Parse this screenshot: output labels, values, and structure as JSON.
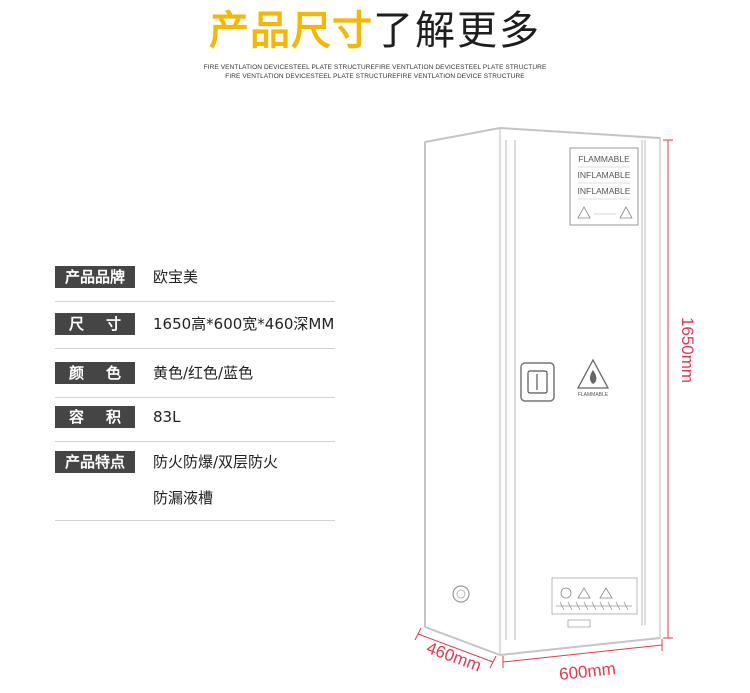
{
  "header": {
    "title_bold": "产品尺寸",
    "title_light": "了解更多",
    "subtitle_line1": "FIRE VENTLATION DEVICESTEEL PLATE STRUCTUREFIRE VENTLATION DEVICESTEEL PLATE STRUCTURE",
    "subtitle_line2": "FIRE VENTLATION DEVICESTEEL PLATE STRUCTUREFIRE VENTLATION DEVICE STRUCTURE"
  },
  "specs": [
    {
      "label": "产品品牌",
      "value": "欧宝美"
    },
    {
      "label": "尺　寸",
      "value": "1650高*600宽*460深MM"
    },
    {
      "label": "颜　色",
      "value": "黄色/红色/蓝色"
    },
    {
      "label": "容　积",
      "value": "83L"
    },
    {
      "label": "产品特点",
      "value": "防火防爆/双层防火"
    }
  ],
  "specs_extra": "防漏液槽",
  "cabinet": {
    "height_label": "1650mm",
    "width_label": "600mm",
    "depth_label": "460mm",
    "sign_lines": [
      "FLAMMABLE",
      "INFLAMABLE",
      "INFLAMABLE"
    ],
    "door_badge": "FLAMMABLE"
  },
  "colors": {
    "accent": "#f5b800",
    "label_bg": "#454545",
    "dimension": "#e8384d"
  }
}
